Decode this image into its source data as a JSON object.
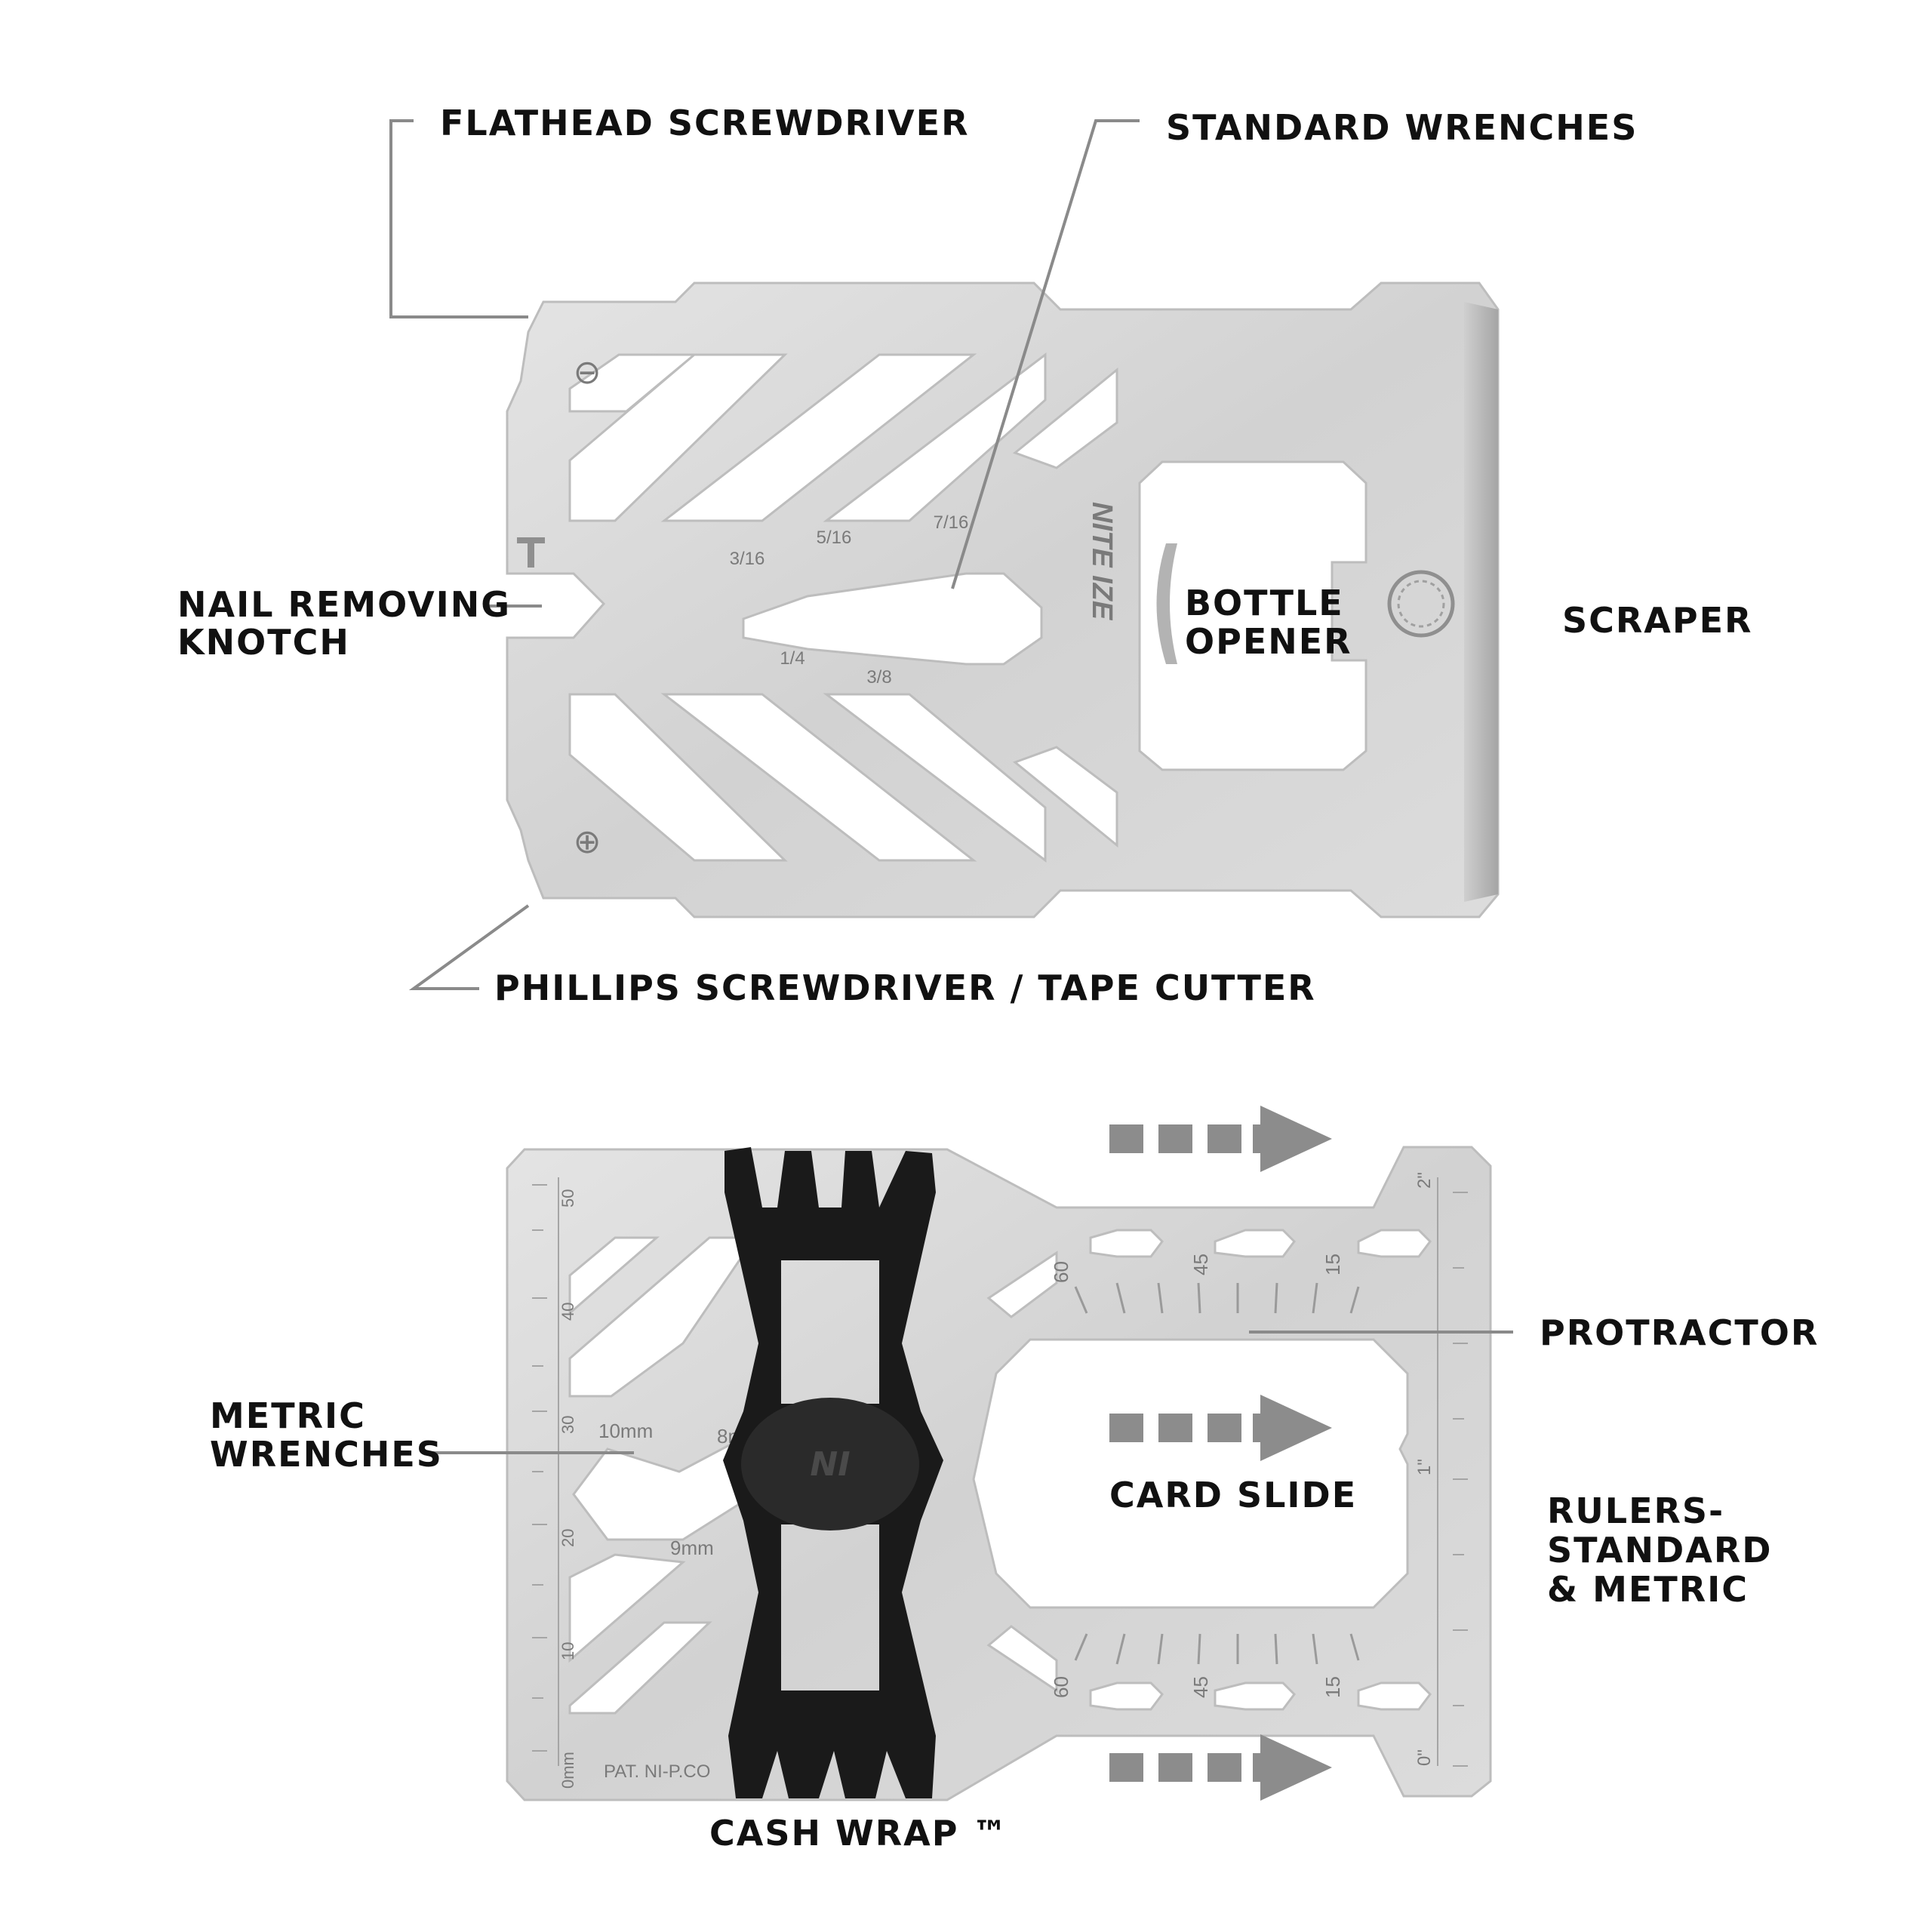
{
  "colors": {
    "background": "#ffffff",
    "steel_light": "#dedede",
    "steel_mid": "#c8c8c8",
    "steel_edge": "#a9a9a9",
    "leader": "#8a8a8a",
    "label": "#111111",
    "arrow": "#8c8c8c",
    "band": "#1a1a1a"
  },
  "callouts": {
    "flathead": "FLATHEAD SCREWDRIVER",
    "standard_wrenches": "STANDARD WRENCHES",
    "nail_1": "NAIL REMOVING",
    "nail_2": "KNOTCH",
    "bottle_1": "BOTTLE",
    "bottle_2": "OPENER",
    "scraper": "SCRAPER",
    "phillips": "PHILLIPS SCREWDRIVER / TAPE CUTTER",
    "protractor": "PROTRACTOR",
    "metric_1": "METRIC",
    "metric_2": "WRENCHES",
    "card_slide": "CARD SLIDE",
    "rulers_1": "RULERS-",
    "rulers_2": "STANDARD",
    "rulers_3": "& METRIC",
    "cash_wrap": "CASH WRAP ™"
  },
  "card_top": {
    "brand": "NITE IZE",
    "sizes": [
      "3/16",
      "5/16",
      "7/16",
      "1/4",
      "3/8"
    ],
    "flat_symbol": "⊖",
    "phillips_symbol": "⊕"
  },
  "card_bottom": {
    "metric_ruler": [
      "50",
      "40",
      "30",
      "20",
      "10",
      "0mm"
    ],
    "inch_ruler": [
      "2\"",
      "1\"",
      "0\""
    ],
    "wrench_sizes": [
      "10mm",
      "8mm",
      "9mm"
    ],
    "angles_top": [
      "60",
      "45",
      "15"
    ],
    "angles_bottom": [
      "60",
      "45",
      "15"
    ],
    "patent": "PAT. NI-P.CO",
    "band_logo": "NI"
  }
}
